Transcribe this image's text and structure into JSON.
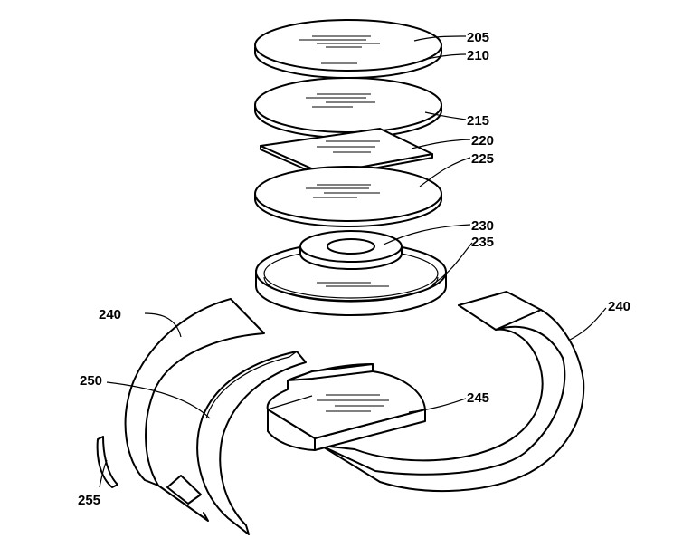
{
  "labels": {
    "l205": "205",
    "l210": "210",
    "l215": "215",
    "l220": "220",
    "l225": "225",
    "l230": "230",
    "l235": "235",
    "l240a": "240",
    "l240b": "240",
    "l245": "245",
    "l250": "250",
    "l255": "255"
  }
}
